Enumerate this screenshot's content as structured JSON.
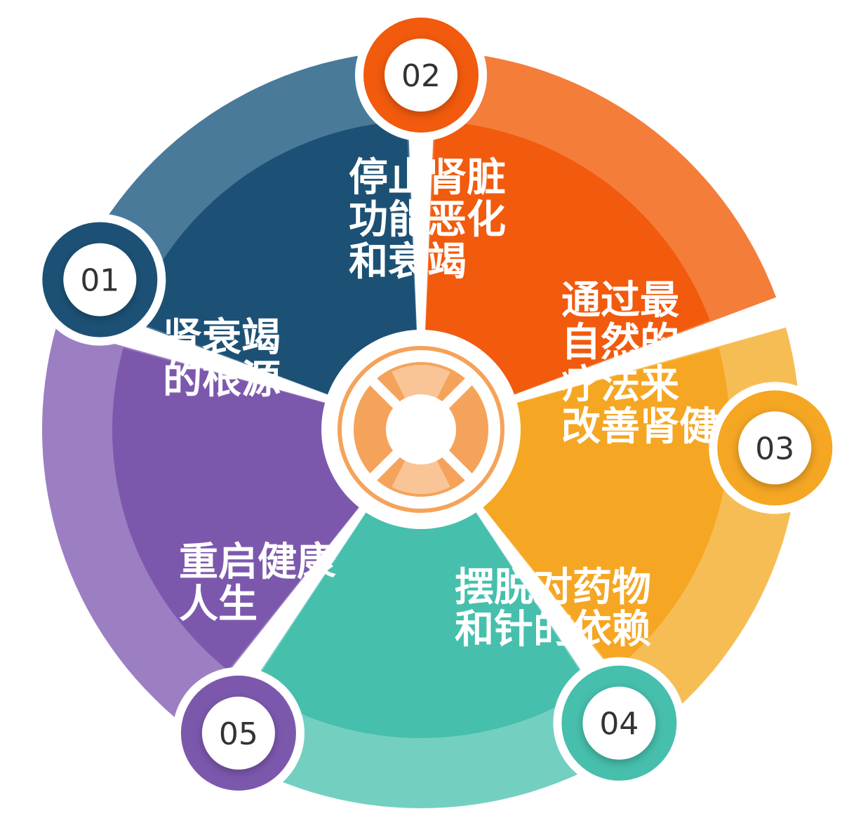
{
  "segments": [
    {
      "number": "01",
      "lines": [
        "肾衰竭",
        "的根源"
      ],
      "color": "#1c5175",
      "light": "#4a7a9a"
    },
    {
      "number": "02",
      "lines": [
        "停止肾脏",
        "功能恶化",
        "和衰竭"
      ],
      "color": "#f25a0d",
      "light": "#f47d3a"
    },
    {
      "number": "03",
      "lines": [
        "通过最",
        "自然的",
        "疗法来",
        "改善肾健"
      ],
      "color": "#f5a623",
      "light": "#f7bd55"
    },
    {
      "number": "04",
      "lines": [
        "摆脱对药物",
        "和针的依赖"
      ],
      "color": "#46bfac",
      "light": "#73d0c1"
    },
    {
      "number": "05",
      "lines": [
        "重启健康",
        "人生"
      ],
      "color": "#7c58ad",
      "light": "#9c7fc2"
    }
  ],
  "center": {
    "color": "#f5a35a",
    "light": "#f9c596",
    "icon": "lifebuoy-icon"
  }
}
